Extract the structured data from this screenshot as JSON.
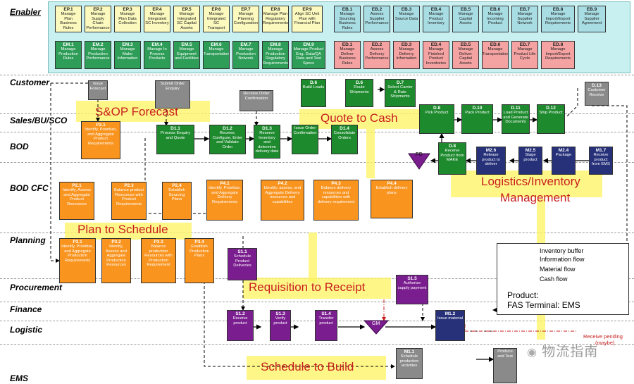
{
  "lanes": [
    "Enabler",
    "Customer",
    "Sales/BU/SCO",
    "BOD",
    "BOD CFC",
    "Planning",
    "Procurement",
    "Finance",
    "Logistic",
    "EMS"
  ],
  "bands": [
    "S&OP Forecast",
    "Quote to Cash",
    "Logistics/Inventory",
    "Management",
    "Plan to Schedule",
    "Requisition to Receipt",
    "Schedule to Build"
  ],
  "triangles": {
    "fg": "FG",
    "gm": "GM"
  },
  "legend": [
    "Inventory buffer",
    "Information flow",
    "Material flow",
    "Cash flow"
  ],
  "product": {
    "label": "Product:",
    "value": "FAS Terminal: EMS"
  },
  "notes": {
    "receive_pending": "Receive pending",
    "receive_pending_sub": "(maybe)"
  },
  "watermark": "物流指南",
  "boxes": [
    {
      "id": "EP.1",
      "text": "Manage Plan Business Rules",
      "style": "ep"
    },
    {
      "id": "EP.2",
      "text": "Manage Supply Chain Performance",
      "style": "ep"
    },
    {
      "id": "EP.3",
      "text": "Manage Plan Data Collection",
      "style": "ep"
    },
    {
      "id": "EP.4",
      "text": "Manage Integrated SC Inventory",
      "style": "ep"
    },
    {
      "id": "EP.5",
      "text": "Manage Integrated SC Capital Assets",
      "style": "ep"
    },
    {
      "id": "EP.6",
      "text": "Manage Integrated SC Transport",
      "style": "ep"
    },
    {
      "id": "EP.7",
      "text": "Manage Planning Configuration",
      "style": "ep"
    },
    {
      "id": "EP.8",
      "text": "Manage Plan Regulatory Requirements",
      "style": "ep"
    },
    {
      "id": "EP.9",
      "text": "Align SC Unit Plan with Financial Plan",
      "style": "ep"
    },
    {
      "id": "EB.1",
      "text": "Manage Sourcing Business Rules",
      "style": "eb"
    },
    {
      "id": "EB.2",
      "text": "Assess Supplier Performance",
      "style": "eb"
    },
    {
      "id": "EB.3",
      "text": "Manage Source Data",
      "style": "eb"
    },
    {
      "id": "EB.4",
      "text": "Manage Product Inventory",
      "style": "eb"
    },
    {
      "id": "EB.5",
      "text": "Manage Capital Assets",
      "style": "eb"
    },
    {
      "id": "EB.6",
      "text": "Manage Incoming Product",
      "style": "eb"
    },
    {
      "id": "EB.7",
      "text": "Manage Supplier Network",
      "style": "eb"
    },
    {
      "id": "EB.8",
      "text": "Manage Import/Export Requirements",
      "style": "eb"
    },
    {
      "id": "EB.9",
      "text": "Manage Supplier Agreement",
      "style": "eb"
    },
    {
      "id": "EM.1",
      "text": "Manage Production Rules",
      "style": "em"
    },
    {
      "id": "EM.2",
      "text": "Manage Production Performance",
      "style": "em"
    },
    {
      "id": "EM.3",
      "text": "Manage Make Information",
      "style": "em"
    },
    {
      "id": "EM.4",
      "text": "Manage In Process Products",
      "style": "em"
    },
    {
      "id": "EM.5",
      "text": "Manage Equipment and Facilities",
      "style": "em"
    },
    {
      "id": "EM.6",
      "text": "Manage Transportation",
      "style": "em"
    },
    {
      "id": "EM.7",
      "text": "Manage Production Network",
      "style": "em"
    },
    {
      "id": "EM.8",
      "text": "Manage Production Regulatory Requirements",
      "style": "em"
    },
    {
      "id": "EM.9",
      "text": "Manage Product Eng. Data/QA Data and Test Specs",
      "style": "em"
    },
    {
      "id": "ED.1",
      "text": "Manage Deliver Business Rules",
      "style": "ed"
    },
    {
      "id": "ED.2",
      "text": "Assess Delivery Performance",
      "style": "ed"
    },
    {
      "id": "ED.3",
      "text": "Manage Delivery Information",
      "style": "ed"
    },
    {
      "id": "ED.4",
      "text": "Manage Finished Product Inventories",
      "style": "ed"
    },
    {
      "id": "ED.5",
      "text": "Manage Deliver Capital Assets",
      "style": "ed"
    },
    {
      "id": "ED.6",
      "text": "Manage Transportation",
      "style": "ed"
    },
    {
      "id": "ED.7",
      "text": "Manage Product Life Cycle",
      "style": "ed"
    },
    {
      "id": "ED.8",
      "text": "Manage Import/Export Requirements",
      "style": "ed"
    },
    {
      "id": "",
      "text": "Issue Forecast",
      "style": "gy"
    },
    {
      "id": "",
      "text": "Submit Order Enquiry",
      "style": "gy"
    },
    {
      "id": "",
      "text": "Receive Order Confirmation",
      "style": "gy"
    },
    {
      "id": "D.6",
      "text": "Build Loads",
      "style": "gr"
    },
    {
      "id": "D.6",
      "text": "Route Shipments",
      "style": "gr"
    },
    {
      "id": "D.7",
      "text": "Select Carrier & Rate Shipments",
      "style": "gr"
    },
    {
      "id": "D.13",
      "text": "Customer Receive",
      "style": "gy"
    },
    {
      "id": "P2.1",
      "text": "Identify, Prioritize, and Aggregate Product Requirements",
      "style": "or"
    },
    {
      "id": "D1.1",
      "text": "Process Enquiry and Quote",
      "style": "gr"
    },
    {
      "id": "D1.2",
      "text": "Receive, Configure, Enter and Validate Order",
      "style": "gr"
    },
    {
      "id": "D1.3",
      "text": "Reserve Inventory and determine delivery date",
      "style": "gr"
    },
    {
      "id": "",
      "text": "Issue Order Confirmation",
      "style": "gr"
    },
    {
      "id": "D1.4",
      "text": "Consolidate Orders",
      "style": "gr"
    },
    {
      "id": "D.8",
      "text": "Pick Product",
      "style": "gr"
    },
    {
      "id": "D.10",
      "text": "Pack Product",
      "style": "gr"
    },
    {
      "id": "D.11",
      "text": "Load Product and Generate Documents",
      "style": "gr"
    },
    {
      "id": "D.12",
      "text": "Ship Product",
      "style": "gr"
    },
    {
      "id": "D.8",
      "text": "Receive Product from MAKE",
      "style": "gr"
    },
    {
      "id": "M2.6",
      "text": "Release product to deliver",
      "style": "nv"
    },
    {
      "id": "M2.5",
      "text": "Stage product",
      "style": "nv"
    },
    {
      "id": "M2.4",
      "text": "Package",
      "style": "nv"
    },
    {
      "id": "M1.7",
      "text": "Receive product from EMS",
      "style": "nv"
    },
    {
      "id": "P2.1",
      "text": "Identify, Assess and Aggregate Product Resources",
      "style": "or"
    },
    {
      "id": "P2.3",
      "text": "Balance product Resources with Product Requirements",
      "style": "or"
    },
    {
      "id": "P2.4",
      "text": "Establish Sourcing Plans",
      "style": "or"
    },
    {
      "id": "P4.1",
      "text": "Identify, Prioritize, and Aggregate Delivery Requirements",
      "style": "or"
    },
    {
      "id": "P4.2",
      "text": "Identify, assess, and Aggregate Delivery resources and capabilities",
      "style": "or"
    },
    {
      "id": "P4.3",
      "text": "Balance delivery resources and capabilities with delivery requirement",
      "style": "or"
    },
    {
      "id": "P4.4",
      "text": "Establish delivery plans",
      "style": "or"
    },
    {
      "id": "P3.1",
      "text": "Identify, Prioritize, and Aggregate Production Requirements",
      "style": "or"
    },
    {
      "id": "P3.2",
      "text": "Identify, Assess and Aggregate Production Resources",
      "style": "or"
    },
    {
      "id": "P3.3",
      "text": "Balance production Resources with Production Requirement",
      "style": "or"
    },
    {
      "id": "P3.4",
      "text": "Establish Production Plans",
      "style": "or"
    },
    {
      "id": "S1.1",
      "text": "Schedule Product Deliveries",
      "style": "pu"
    },
    {
      "id": "S1.5",
      "text": "Authorize supply payment",
      "style": "pu"
    },
    {
      "id": "S1.2",
      "text": "Receive product",
      "style": "pu"
    },
    {
      "id": "S1.3",
      "text": "Verify product",
      "style": "pu"
    },
    {
      "id": "S1.4",
      "text": "Transfer product",
      "style": "pu"
    },
    {
      "id": "M1.2",
      "text": "Issue material",
      "style": "nv"
    },
    {
      "id": "M1.1",
      "text": "Schedule production activities",
      "style": "gy"
    },
    {
      "id": "",
      "text": "Produce and Test",
      "style": "gy"
    }
  ]
}
